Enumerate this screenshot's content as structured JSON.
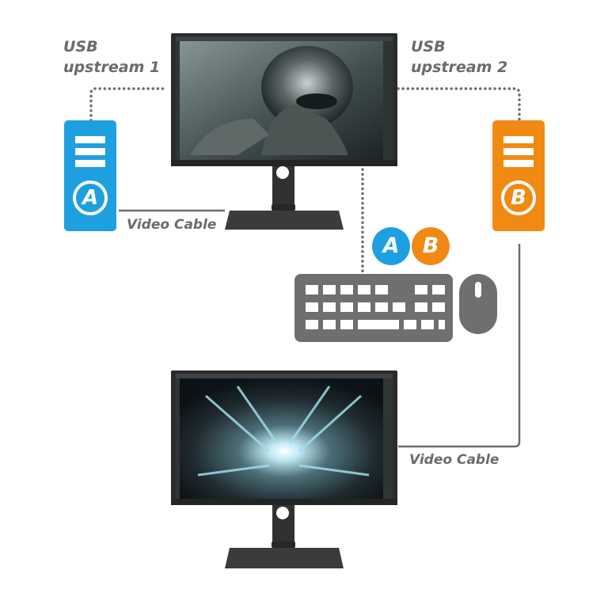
{
  "labels": {
    "usb_upstream_1_line1": "USB",
    "usb_upstream_1_line2": "upstream 1",
    "usb_upstream_2_line1": "USB",
    "usb_upstream_2_line2": "upstream 2",
    "video_cable_a": "Video Cable",
    "video_cable_b": "Video Cable"
  },
  "computers": {
    "a": {
      "letter": "A",
      "color": "#1ea0e0"
    },
    "b": {
      "letter": "B",
      "color": "#f08a12"
    }
  },
  "badges": {
    "a": "A",
    "b": "B"
  },
  "icons": {
    "monitor_top": "monitor-icon",
    "monitor_bottom": "monitor-icon",
    "keyboard": "keyboard-icon",
    "mouse": "mouse-icon",
    "pc_a": "desktop-tower-icon",
    "pc_b": "desktop-tower-icon"
  },
  "colors": {
    "cable": "#6e6e6e",
    "device_gray": "#6f6f6f",
    "label_gray": "#6b6b6b",
    "monitor_body": "#2b2b2b"
  }
}
